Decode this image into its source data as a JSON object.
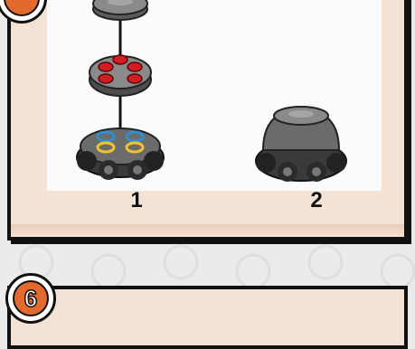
{
  "steps": {
    "step_1": "1",
    "step_2": "2"
  },
  "badges": {
    "previous": "",
    "current": "6"
  },
  "colors": {
    "panel": "#f4e3d4",
    "badge": "#e36a2d",
    "stud_red": "#d41c23",
    "ring_blue": "#2f8fd0",
    "ring_yellow": "#f2c32a",
    "grey": "#6b6b6b"
  }
}
